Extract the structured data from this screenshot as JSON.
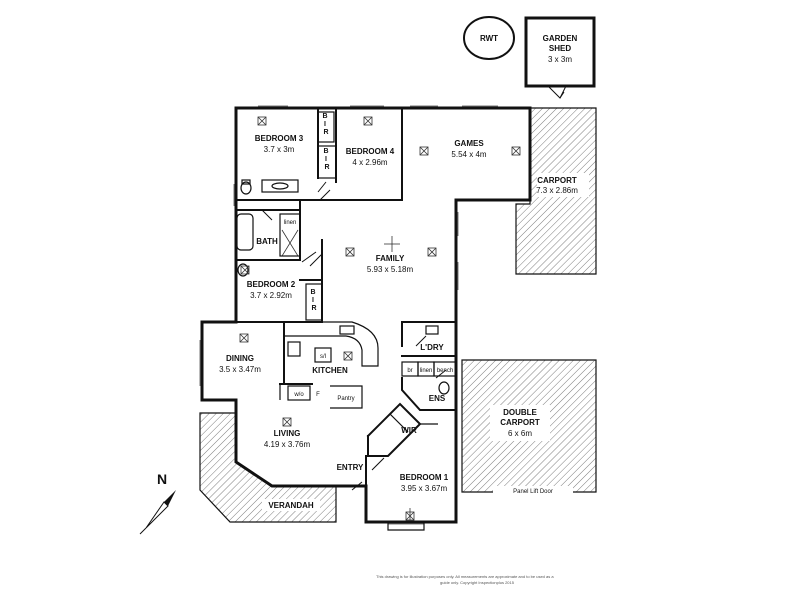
{
  "rooms": {
    "bedroom3": {
      "name": "BEDROOM 3",
      "size": "3.7 x 3m"
    },
    "bedroom4": {
      "name": "BEDROOM 4",
      "size": "4 x 2.96m"
    },
    "games": {
      "name": "GAMES",
      "size": "5.54 x 4m"
    },
    "carport": {
      "name": "CARPORT",
      "size": "7.3 x 2.86m"
    },
    "family": {
      "name": "FAMILY",
      "size": "5.93 x 5.18m"
    },
    "bedroom2": {
      "name": "BEDROOM 2",
      "size": "3.7 x 2.92m"
    },
    "dining": {
      "name": "DINING",
      "size": "3.5 x 3.47m"
    },
    "kitchen": {
      "name": "KITCHEN"
    },
    "living": {
      "name": "LIVING",
      "size": "4.19 x 3.76m"
    },
    "bedroom1": {
      "name": "BEDROOM 1",
      "size": "3.95 x 3.67m"
    },
    "double_carport": {
      "name_line1": "DOUBLE",
      "name_line2": "CARPORT",
      "size": "6 x 6m"
    },
    "garden_shed": {
      "name_line1": "GARDEN",
      "name_line2": "SHED",
      "size": "3 x 3m"
    }
  },
  "labels": {
    "rwt": "RWT",
    "bath": "BATH",
    "linen": "linen",
    "bir": "BIR",
    "ldry": "L'DRY",
    "ens": "ENS",
    "wir": "WIR",
    "entry": "ENTRY",
    "verandah": "VERANDAH",
    "pantry": "Pantry",
    "wo": "w/o",
    "fridge": "F",
    "sl": "s/l",
    "br": "br",
    "bench": "bench",
    "panel_lift_door": "Panel Lift Door",
    "north": "N"
  },
  "disclaimer": {
    "line1": "This drawing is for illustration purposes only. All measurements are approximate and to be used as a",
    "line2": "guide only. Copyright Inspectionplus 2015"
  }
}
